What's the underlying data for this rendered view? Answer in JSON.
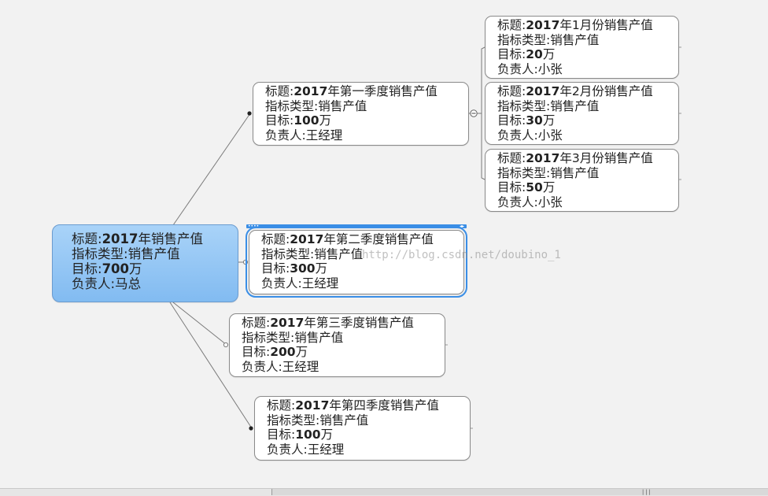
{
  "watermark": "http://blog.csdn.net/doubino_1",
  "root": {
    "lines": [
      {
        "label": "标题:",
        "value": "2017",
        "suffix": "年销售产值"
      },
      {
        "label": "指标类型:",
        "value": "",
        "suffix": "销售产值"
      },
      {
        "label": "目标:",
        "value": "700",
        "suffix": "万"
      },
      {
        "label": "负责人:",
        "value": "",
        "suffix": "马总"
      }
    ]
  },
  "q1": {
    "lines": [
      {
        "label": "标题:",
        "value": "2017",
        "suffix": "年第一季度销售产值"
      },
      {
        "label": "指标类型:",
        "value": "",
        "suffix": "销售产值"
      },
      {
        "label": "目标:",
        "value": "100",
        "suffix": "万"
      },
      {
        "label": "负责人:",
        "value": "",
        "suffix": "王经理"
      }
    ]
  },
  "q2": {
    "lines": [
      {
        "label": "标题:",
        "value": "2017",
        "suffix": "年第二季度销售产值"
      },
      {
        "label": "指标类型:",
        "value": "",
        "suffix": "销售产值"
      },
      {
        "label": "目标:",
        "value": "300",
        "suffix": "万"
      },
      {
        "label": "负责人:",
        "value": "",
        "suffix": "王经理"
      }
    ]
  },
  "q3": {
    "lines": [
      {
        "label": "标题:",
        "value": "2017",
        "suffix": "年第三季度销售产值"
      },
      {
        "label": "指标类型:",
        "value": "",
        "suffix": "销售产值"
      },
      {
        "label": "目标:",
        "value": "200",
        "suffix": "万"
      },
      {
        "label": "负责人:",
        "value": "",
        "suffix": "王经理"
      }
    ]
  },
  "q4": {
    "lines": [
      {
        "label": "标题:",
        "value": "2017",
        "suffix": "年第四季度销售产值"
      },
      {
        "label": "指标类型:",
        "value": "",
        "suffix": "销售产值"
      },
      {
        "label": "目标:",
        "value": "100",
        "suffix": "万"
      },
      {
        "label": "负责人:",
        "value": "",
        "suffix": "王经理"
      }
    ]
  },
  "m1": {
    "lines": [
      {
        "label": "标题:",
        "value": "2017",
        "suffix": "年1月份销售产值"
      },
      {
        "label": "指标类型:",
        "value": "",
        "suffix": "销售产值"
      },
      {
        "label": "目标:",
        "value": "20",
        "suffix": "万"
      },
      {
        "label": "负责人:",
        "value": "",
        "suffix": "小张"
      }
    ]
  },
  "m2": {
    "lines": [
      {
        "label": "标题:",
        "value": "2017",
        "suffix": "年2月份销售产值"
      },
      {
        "label": "指标类型:",
        "value": "",
        "suffix": "销售产值"
      },
      {
        "label": "目标:",
        "value": "30",
        "suffix": "万"
      },
      {
        "label": "负责人:",
        "value": "",
        "suffix": "小张"
      }
    ]
  },
  "m3": {
    "lines": [
      {
        "label": "标题:",
        "value": "2017",
        "suffix": "年3月份销售产值"
      },
      {
        "label": "指标类型:",
        "value": "",
        "suffix": "销售产值"
      },
      {
        "label": "目标:",
        "value": "50",
        "suffix": "万"
      },
      {
        "label": "负责人:",
        "value": "",
        "suffix": "小张"
      }
    ]
  },
  "colors": {
    "root_fill": "#9ccaf6",
    "selection": "#3a8ee6",
    "connector": "#7a7a7a"
  }
}
